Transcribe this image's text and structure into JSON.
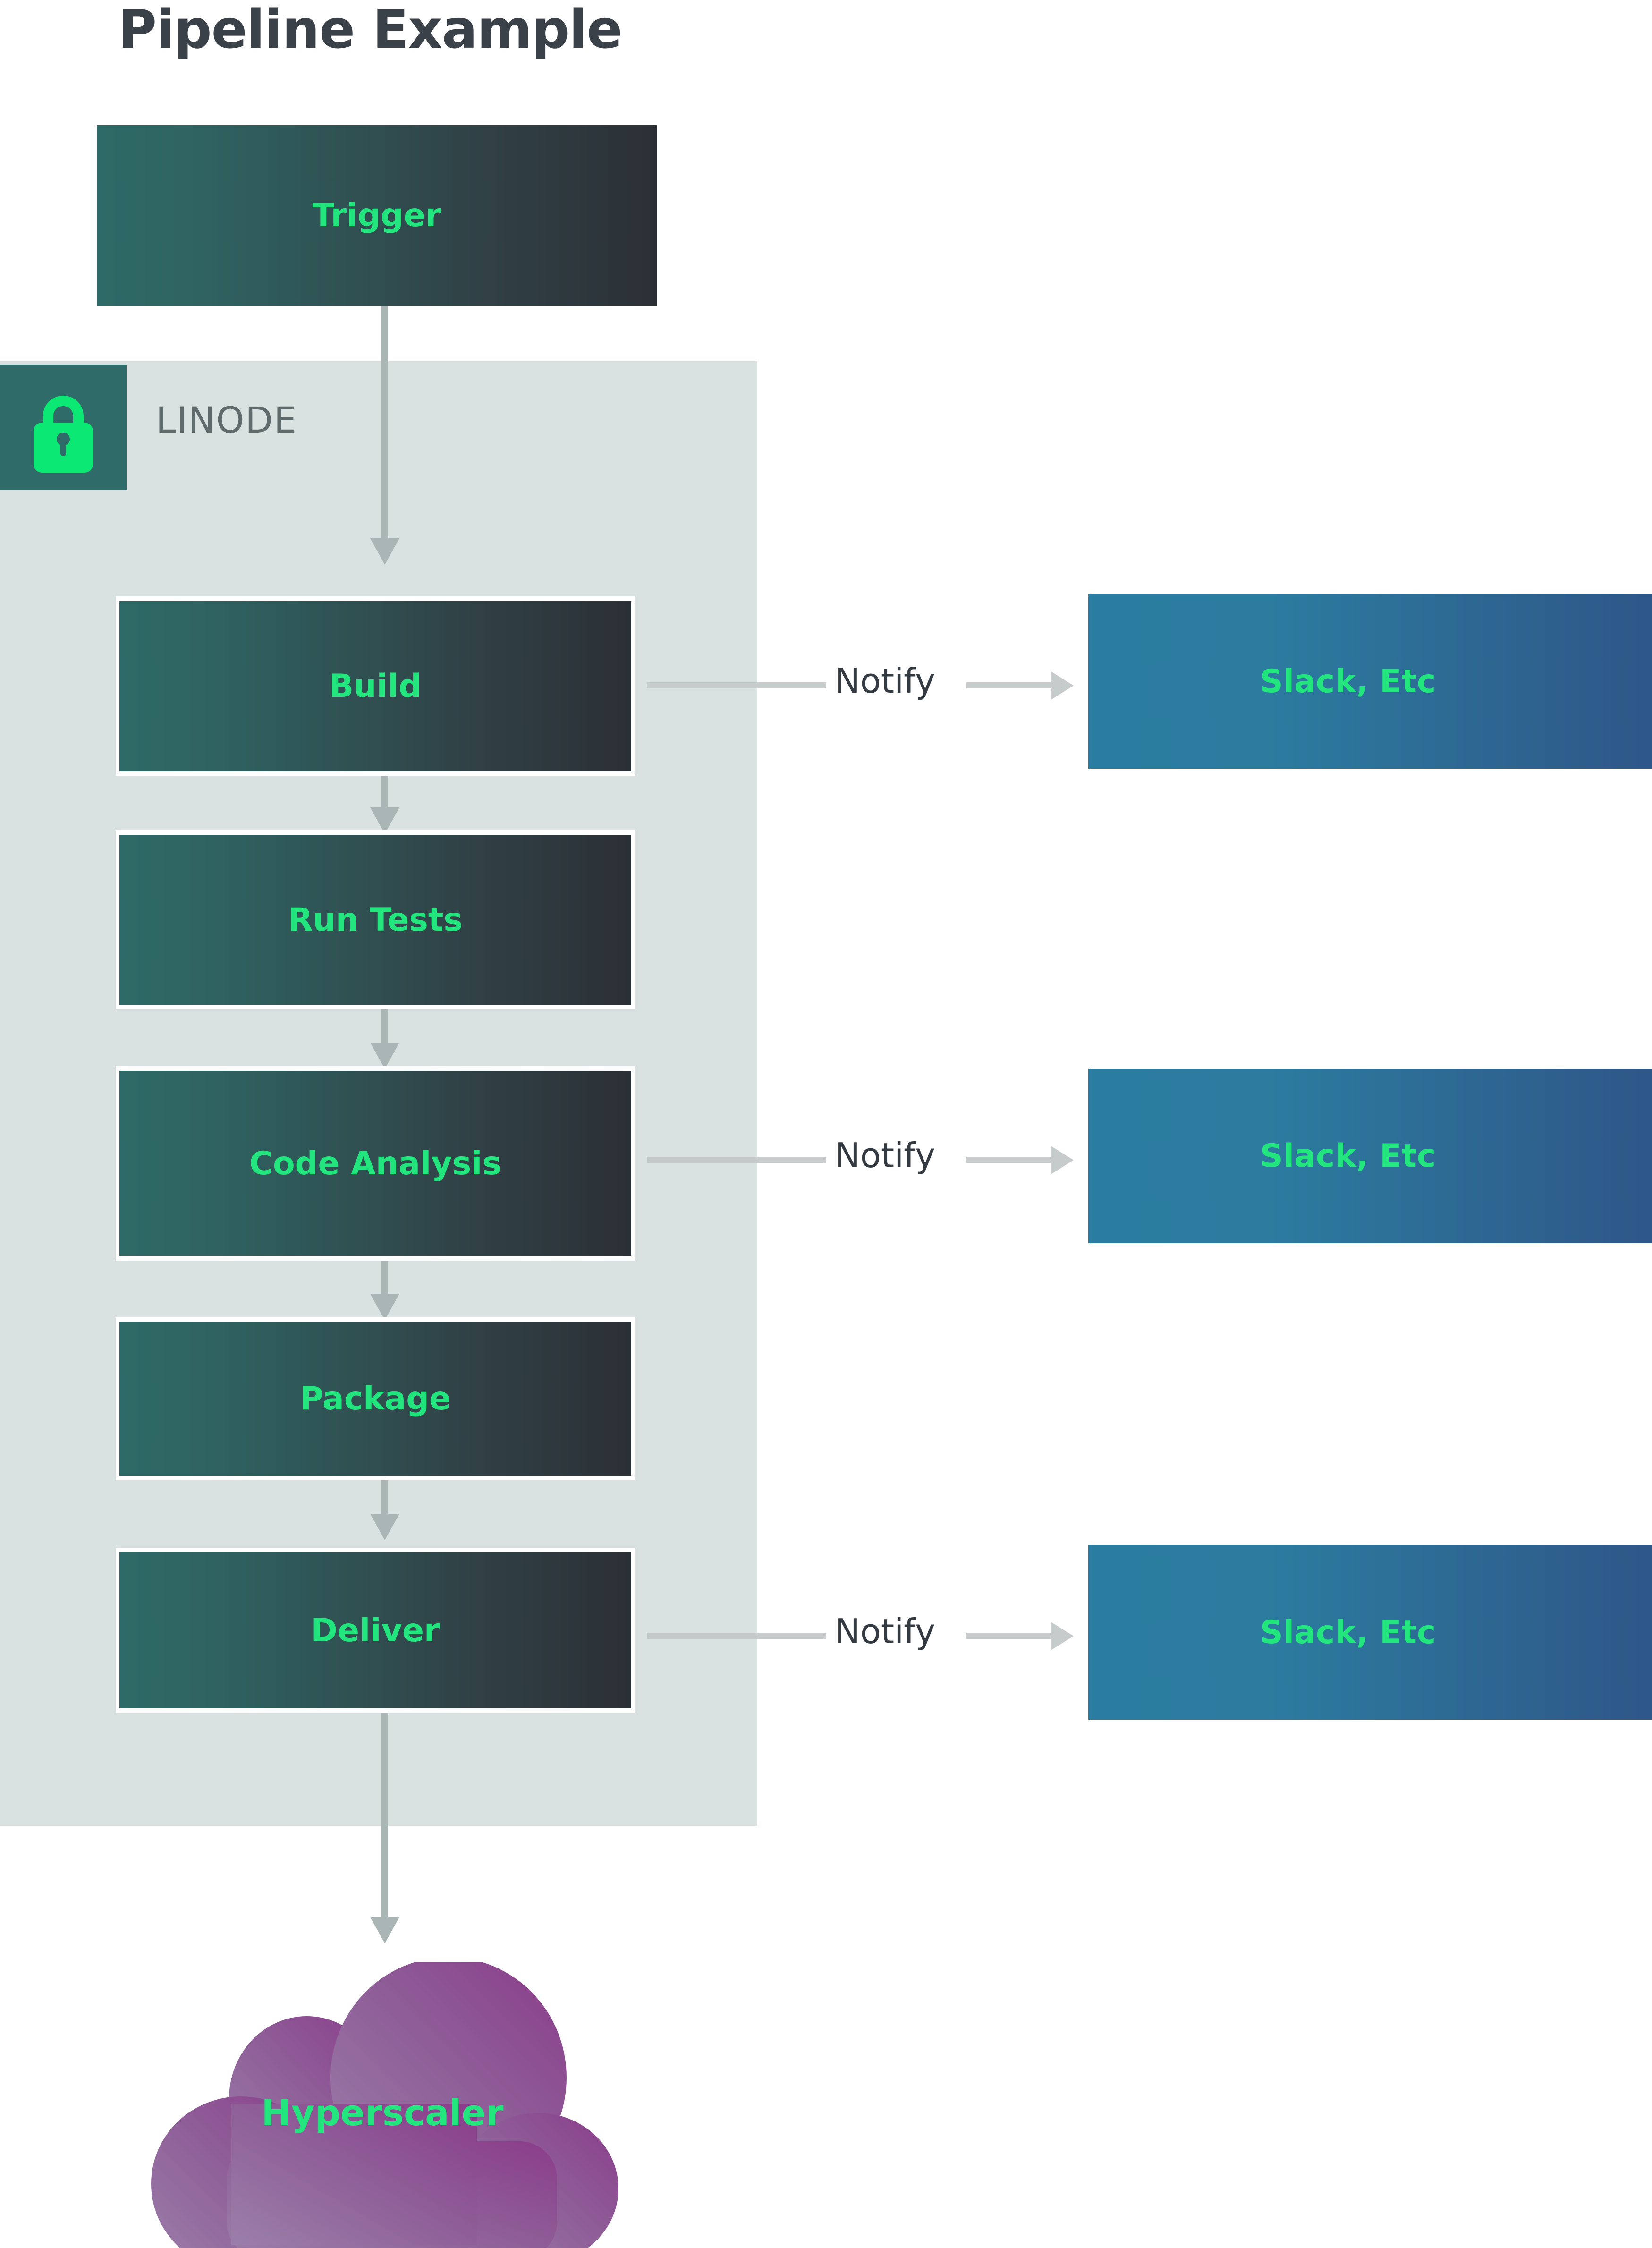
{
  "title": "Pipeline Example",
  "zone": {
    "label": "LINODE",
    "icon": "lock-icon",
    "badge_color": "#2F6B68",
    "icon_color": "#0BE874",
    "panel_color": "#D9E2E1"
  },
  "colors": {
    "accent_green": "#22E57E",
    "node_gradient_start": "#2E6A67",
    "node_gradient_end": "#2B3036",
    "target_gradient_start": "#2A7DA0",
    "target_gradient_end": "#2F5287",
    "cloud_gradient_start": "#9B7BA8",
    "cloud_gradient_end": "#8A3A88",
    "connector": "#AAB6B5",
    "title_color": "#3A4149",
    "zone_label_color": "#5E6A6B",
    "edge_label_color": "#333A42"
  },
  "nodes": [
    {
      "id": "trigger",
      "label": "Trigger",
      "framed": false
    },
    {
      "id": "build",
      "label": "Build",
      "framed": true
    },
    {
      "id": "run-tests",
      "label": "Run Tests",
      "framed": true
    },
    {
      "id": "code-analysis",
      "label": "Code Analysis",
      "framed": true
    },
    {
      "id": "package",
      "label": "Package",
      "framed": true
    },
    {
      "id": "deliver",
      "label": "Deliver",
      "framed": true
    }
  ],
  "targets": [
    {
      "id": "slack-1",
      "label": "Slack, Etc"
    },
    {
      "id": "slack-2",
      "label": "Slack, Etc"
    },
    {
      "id": "slack-3",
      "label": "Slack, Etc"
    }
  ],
  "edges": {
    "notify_label": "Notify",
    "notify_labels": [
      "Notify",
      "Notify",
      "Notify"
    ]
  },
  "cloud": {
    "label": "Hyperscaler"
  }
}
